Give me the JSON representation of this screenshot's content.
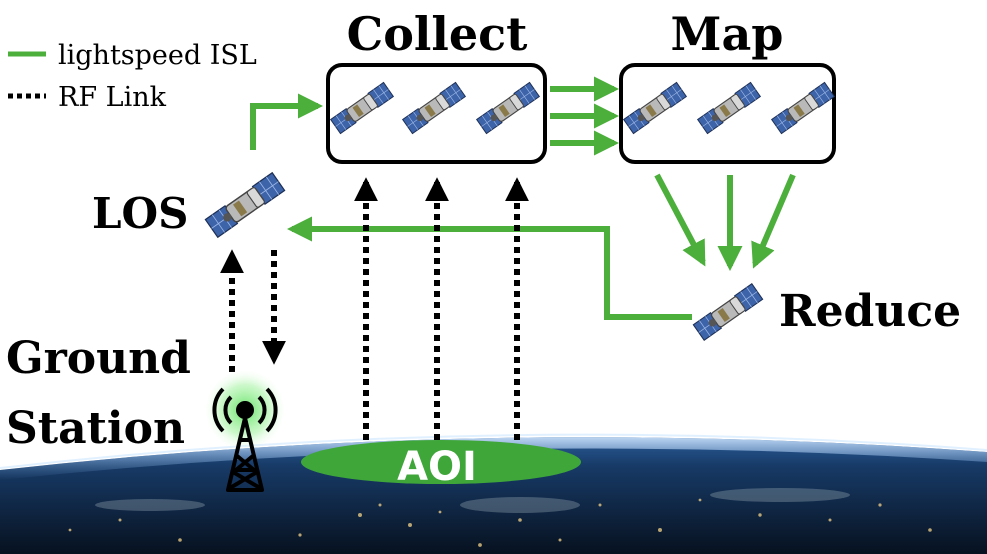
{
  "legend": {
    "isl_label": "lightspeed ISL",
    "rf_label": "RF Link"
  },
  "groups": {
    "collect_label": "Collect",
    "map_label": "Map",
    "reduce_label": "Reduce",
    "los_label": "LOS"
  },
  "ground_station": {
    "label_line1": "Ground",
    "label_line2": "Station"
  },
  "aoi_label": "AOI",
  "colors": {
    "isl_green": "#4caf3c",
    "aoi_green": "#3fa63a",
    "rf_black": "#000000",
    "earth_dark": "#0b1a2e",
    "atmosphere": "#7fb3e6"
  },
  "icons": [
    "satellite-icon",
    "radio-tower-icon"
  ]
}
